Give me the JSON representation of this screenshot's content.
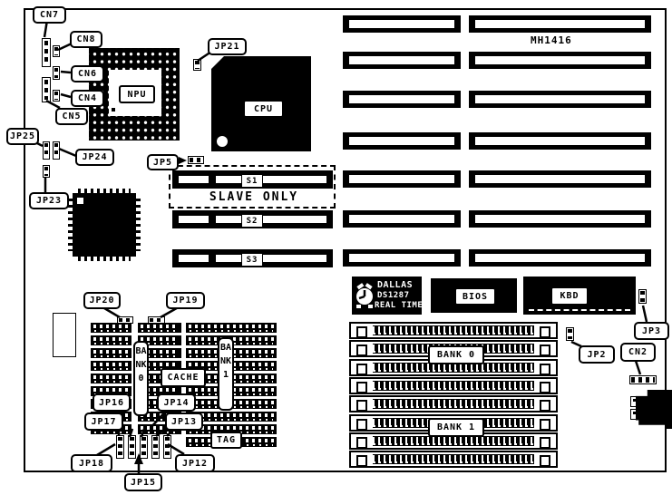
{
  "board": {
    "model": "MH1416",
    "slave_note": "SLAVE ONLY"
  },
  "chips": {
    "npu": "NPU",
    "cpu": "CPU",
    "bios": "BIOS",
    "kbd": "KBD",
    "cache": "CACHE",
    "tag": "TAG",
    "rtc": {
      "brand": "DALLAS",
      "part": "DS1287",
      "type": "REAL TIME"
    }
  },
  "slots": {
    "s1": "S1",
    "s2": "S2",
    "s3": "S3"
  },
  "memory": {
    "bank0": "BANK 0",
    "bank1": "BANK 1",
    "bank0_vertical": "BANK0",
    "bank1_vertical": "BANK1"
  },
  "jumpers": {
    "jp2": "JP2",
    "jp3": "JP3",
    "jp5": "JP5",
    "jp12": "JP12",
    "jp13": "JP13",
    "jp14": "JP14",
    "jp15": "JP15",
    "jp16": "JP16",
    "jp17": "JP17",
    "jp18": "JP18",
    "jp19": "JP19",
    "jp20": "JP20",
    "jp21": "JP21",
    "jp23": "JP23",
    "jp24": "JP24",
    "jp25": "JP25"
  },
  "connectors": {
    "cn2": "CN2",
    "cn4": "CN4",
    "cn5": "CN5",
    "cn6": "CN6",
    "cn7": "CN7",
    "cn8": "CN8"
  }
}
